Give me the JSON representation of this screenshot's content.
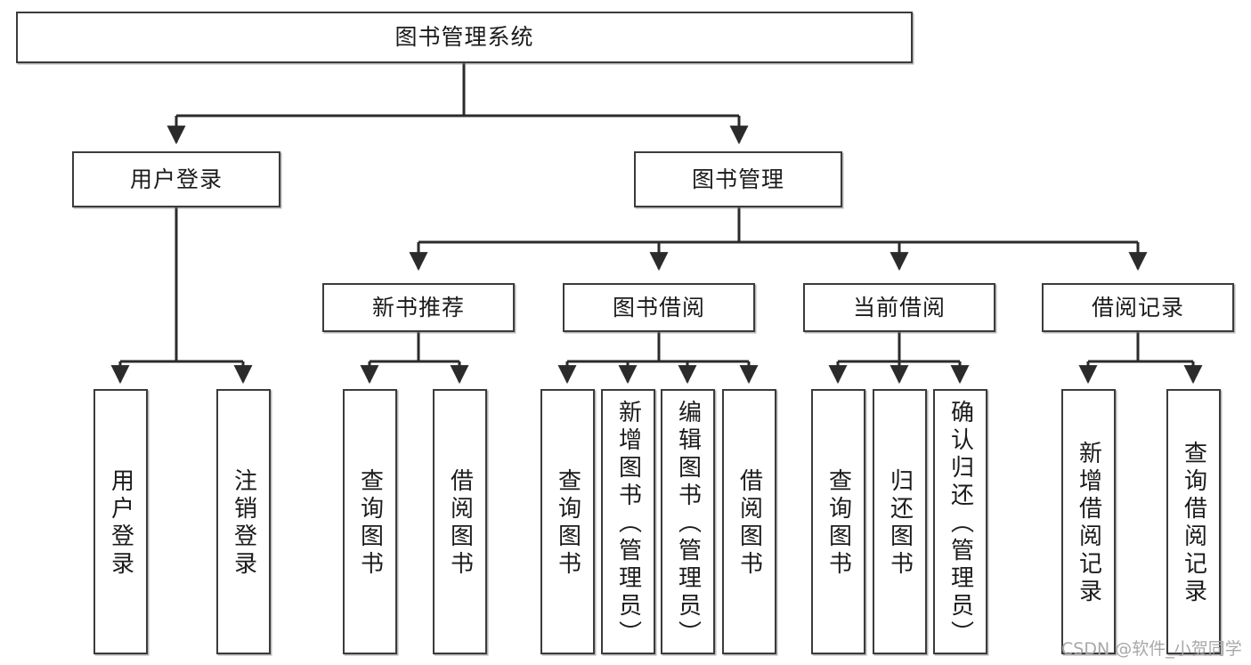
{
  "diagram": {
    "type": "tree-hierarchy",
    "title": "图书管理系统",
    "watermark": "CSDN @软件_小贺同学",
    "colors": {
      "background": "#ffffff",
      "node_border": "#3b3b3b",
      "node_fill": "#ffffff",
      "edge": "#2b2b2b",
      "text": "#1b1b1b",
      "watermark": "#a8a8a8"
    },
    "root": {
      "id": "root",
      "label": "图书管理系统",
      "orientation": "horizontal"
    },
    "level1": [
      {
        "id": "user-login",
        "label": "用户登录",
        "orientation": "horizontal"
      },
      {
        "id": "book-management",
        "label": "图书管理",
        "orientation": "horizontal"
      }
    ],
    "level2": [
      {
        "id": "new-book-recommend",
        "label": "新书推荐",
        "orientation": "horizontal",
        "parent": "book-management"
      },
      {
        "id": "book-borrow",
        "label": "图书借阅",
        "orientation": "horizontal",
        "parent": "book-management"
      },
      {
        "id": "current-borrow",
        "label": "当前借阅",
        "orientation": "horizontal",
        "parent": "book-management"
      },
      {
        "id": "borrow-record",
        "label": "借阅记录",
        "orientation": "horizontal",
        "parent": "book-management"
      }
    ],
    "leaves": [
      {
        "id": "leaf-user-login",
        "label": "用户登录",
        "parent": "user-login"
      },
      {
        "id": "leaf-logout-login",
        "label": "注销登录",
        "parent": "user-login"
      },
      {
        "id": "leaf-query-book-1",
        "label": "查询图书",
        "parent": "new-book-recommend"
      },
      {
        "id": "leaf-borrow-book-1",
        "label": "借阅图书",
        "parent": "new-book-recommend"
      },
      {
        "id": "leaf-query-book-2",
        "label": "查询图书",
        "parent": "book-borrow"
      },
      {
        "id": "leaf-add-book",
        "label": "新增图书（管理员）",
        "parent": "book-borrow"
      },
      {
        "id": "leaf-edit-book",
        "label": "编辑图书（管理员）",
        "parent": "book-borrow"
      },
      {
        "id": "leaf-borrow-book-2",
        "label": "借阅图书",
        "parent": "book-borrow"
      },
      {
        "id": "leaf-query-book-3",
        "label": "查询图书",
        "parent": "current-borrow"
      },
      {
        "id": "leaf-return-book",
        "label": "归还图书",
        "parent": "current-borrow"
      },
      {
        "id": "leaf-confirm-return",
        "label": "确认归还（管理员）",
        "parent": "current-borrow"
      },
      {
        "id": "leaf-add-record",
        "label": "新增借阅记录",
        "parent": "borrow-record"
      },
      {
        "id": "leaf-query-record",
        "label": "查询借阅记录",
        "parent": "borrow-record"
      }
    ]
  }
}
